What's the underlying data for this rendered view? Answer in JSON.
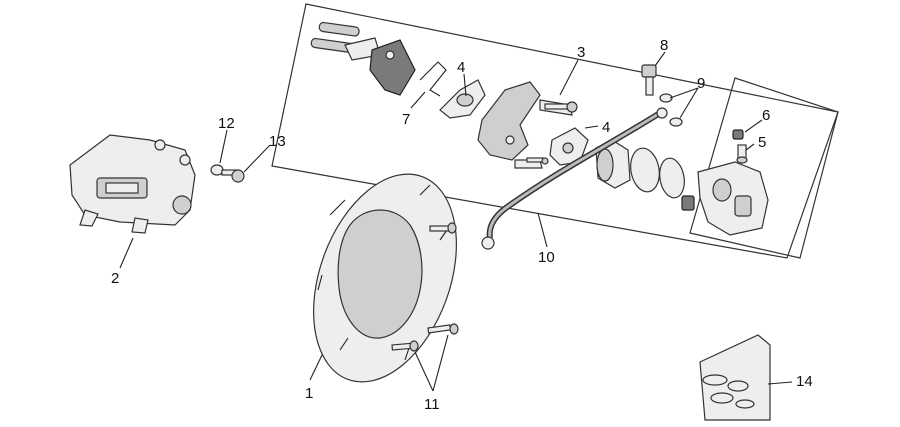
{
  "callouts": [
    {
      "id": "1",
      "text": "1"
    },
    {
      "id": "2",
      "text": "2"
    },
    {
      "id": "3",
      "text": "3"
    },
    {
      "id": "4a",
      "text": "4"
    },
    {
      "id": "4b",
      "text": "4"
    },
    {
      "id": "5",
      "text": "5"
    },
    {
      "id": "6",
      "text": "6"
    },
    {
      "id": "7",
      "text": "7"
    },
    {
      "id": "8",
      "text": "8"
    },
    {
      "id": "9",
      "text": "9"
    },
    {
      "id": "10",
      "text": "10"
    },
    {
      "id": "11",
      "text": "11"
    },
    {
      "id": "12",
      "text": "12"
    },
    {
      "id": "13",
      "text": "13"
    },
    {
      "id": "14",
      "text": "14"
    }
  ]
}
